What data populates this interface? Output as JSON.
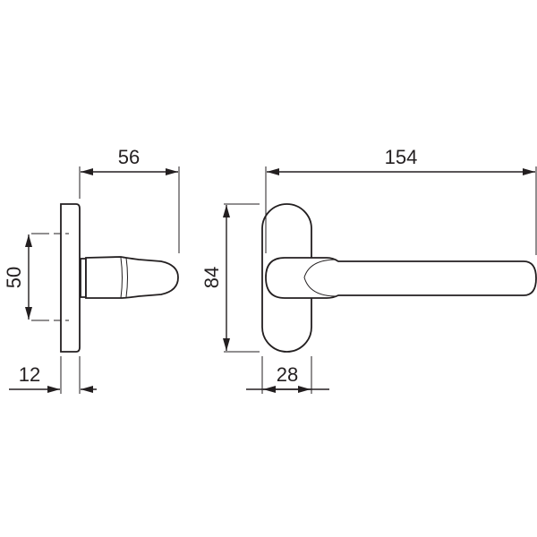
{
  "drawing": {
    "side_view": {
      "dimensions": {
        "depth": "56",
        "fixing_distance": "50",
        "rosette_thickness": "12"
      }
    },
    "front_view": {
      "dimensions": {
        "length": "154",
        "rosette_height": "84",
        "rosette_width": "28"
      }
    },
    "line_color": "#231f20"
  }
}
